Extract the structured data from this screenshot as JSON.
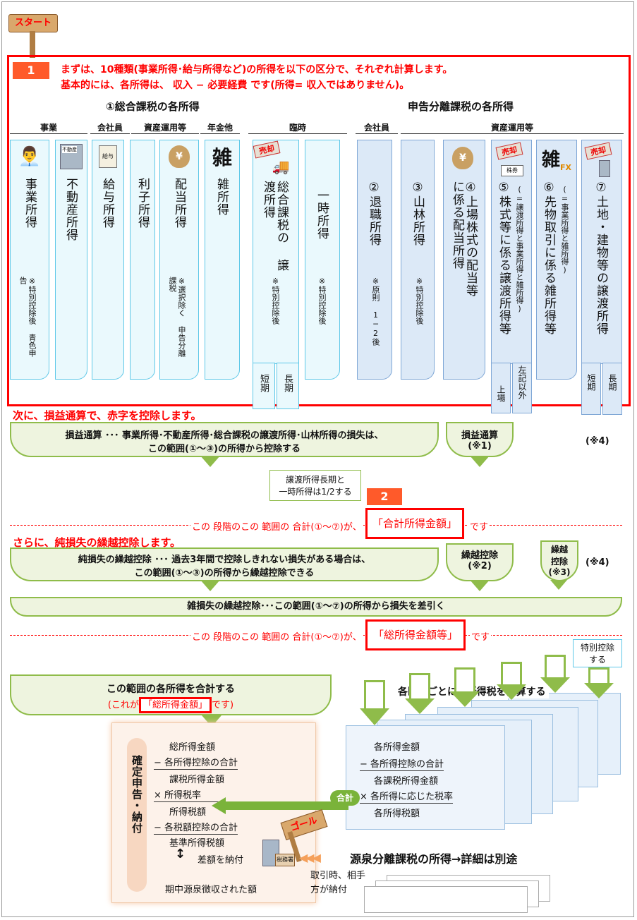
{
  "start_label": "スタート",
  "step1": {
    "badge": "1",
    "line1": "まずは、10種類(事業所得･給与所得など)の所得を以下の区分で、それぞれ計算します。",
    "line2": "基本的には、各所得は、 収入 − 必要経費 です(所得= 収入ではありません)。"
  },
  "group_left_title": "①総合課税の各所得",
  "group_right_title": "申告分離課税の各所得",
  "category_headers": [
    "事業",
    "会社員",
    "資産運用等",
    "年金他",
    "臨時",
    "会社員",
    "資産運用等"
  ],
  "columns": [
    {
      "name": "事業所得",
      "note": "※特別控除後 青色申告"
    },
    {
      "name": "不動産所得",
      "note": ""
    },
    {
      "name": "給与所得",
      "note": ""
    },
    {
      "name": "利子所得",
      "note": ""
    },
    {
      "name": "配当所得",
      "note": "※選択除く 申告分離課税"
    },
    {
      "name": "雑所得",
      "note": ""
    },
    {
      "name": "総合課税の 譲渡所得",
      "note": "※特別控除後",
      "sub": [
        "短期",
        "長期"
      ],
      "badge": "売却"
    },
    {
      "name": "一時所得",
      "note": "※特別控除後"
    },
    {
      "name": "②退職所得",
      "note": "※原則 1─2後"
    },
    {
      "name": "③山林所得",
      "note": "※特別控除後"
    },
    {
      "name": "④上場株式の配当等 に係る配当所得",
      "note": ""
    },
    {
      "name": "⑤株式等に係る譲渡所得等",
      "note": "(=譲渡所得と事業所得と雑所得)",
      "sub": [
        "上場",
        "左記以外"
      ],
      "badge": "売却",
      "stock_label": "株券"
    },
    {
      "name": "⑥先物取引に係る雑所得等",
      "note": "(=事業所得と雑所得)",
      "fx_label": "FX"
    },
    {
      "name": "⑦土地・建物等の譲渡所得",
      "note": "",
      "sub": [
        "短期",
        "長期"
      ],
      "badge": "売却"
    }
  ],
  "icon_labels": {
    "realestate_sign": "不動産",
    "salary_env": "給与",
    "money_bag": "¥",
    "misc_kanji": "雑",
    "goal": "ゴール",
    "tax_office": "税務署"
  },
  "step_loss": {
    "heading": "次に、損益通算で、赤字を控除します。",
    "banner_line1": "損益通算 ･･･ 事業所得･不動産所得･総合課税の譲渡所得･山林所得の損失は、",
    "banner_line2": "この範囲(①〜③)の所得から控除する",
    "side_banner1": "損益通算",
    "side_banner1_note": "(※1)",
    "note4a": "(※4)"
  },
  "half_note_line1": "譲渡所得長期と",
  "half_note_line2": "一時所得は1/2する",
  "step2": {
    "badge": "2",
    "dash_text_pre": "この 段階のこの 範囲の 合計(①〜⑦)が、",
    "callout": "「合計所得金額」",
    "dash_text_post": "です"
  },
  "step_carry": {
    "heading": "さらに、純損失の繰越控除します。",
    "banner_line1": "純損失の繰越控除 ･･･ 過去3年間で控除しきれない損失がある場合は、",
    "banner_line2": "この範囲(①〜③)の所得から繰越控除できる",
    "side_banner2": "繰越控除",
    "side_banner2_note": "(※2)",
    "side_banner3_line1": "繰越",
    "side_banner3_line2": "控除",
    "side_banner3_note": "(※3)",
    "note4b": "(※4)"
  },
  "misc_loss_banner": "雑損失の繰越控除･･･この範囲(①〜⑦)の所得から損失を差引く",
  "step3": {
    "dash_text_pre": "この 段階のこの 範囲の 合計(①〜⑦)が、",
    "callout": "「総所得金額等」",
    "dash_text_post": "です"
  },
  "special_deduct_line1": "特別控除",
  "special_deduct_line2": "する",
  "sum_banner": {
    "line1": "この範囲の各所得を合計する",
    "line2_pre": "(これが",
    "callout": "「総所得金額」",
    "line2_post": "です)"
  },
  "right_banner": "各区分ごとに、所得税を計算する",
  "left_calc": {
    "side_label": "確定申告・納付",
    "rows": [
      "総所得金額",
      "− 各所得控除の合計",
      "課税所得金額",
      "× 所得税率",
      "所得税額",
      "− 各税額控除の合計",
      "基準所得税額"
    ],
    "diff_label": "差額を納付",
    "withheld": "期中源泉徴収された額"
  },
  "right_calc": {
    "rows": [
      "各所得金額",
      "− 各所得控除の合計",
      "各課税所得金額",
      "× 各所得に応じた税率",
      "各所得税額"
    ],
    "sum_label": "合計"
  },
  "withholding": {
    "title": "源泉分離課税の所得→詳細は別途",
    "line1": "取引時、相手",
    "line2": "方が納付"
  },
  "colors": {
    "red": "#ff0000",
    "cyan_border": "#5ec8e8",
    "cyan_fill": "#eaf9fd",
    "blue_border": "#7fa7d6",
    "blue_fill": "#dce9f7",
    "green": "#8fbc4a",
    "green_fill": "#eef4df",
    "orange": "#ff5a2a"
  }
}
